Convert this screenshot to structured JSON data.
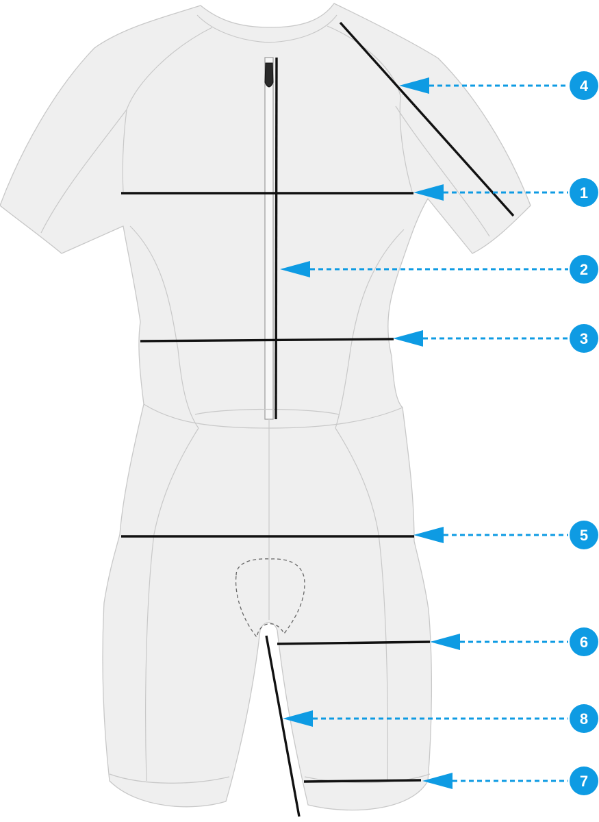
{
  "colors": {
    "accent": "#0e9be3",
    "garment_fill": "#efefef",
    "garment_outline": "#c8c8c8",
    "measure_line": "#111111"
  },
  "callouts": [
    {
      "label": "4"
    },
    {
      "label": "1"
    },
    {
      "label": "2"
    },
    {
      "label": "3"
    },
    {
      "label": "5"
    },
    {
      "label": "6"
    },
    {
      "label": "8"
    },
    {
      "label": "7"
    }
  ]
}
